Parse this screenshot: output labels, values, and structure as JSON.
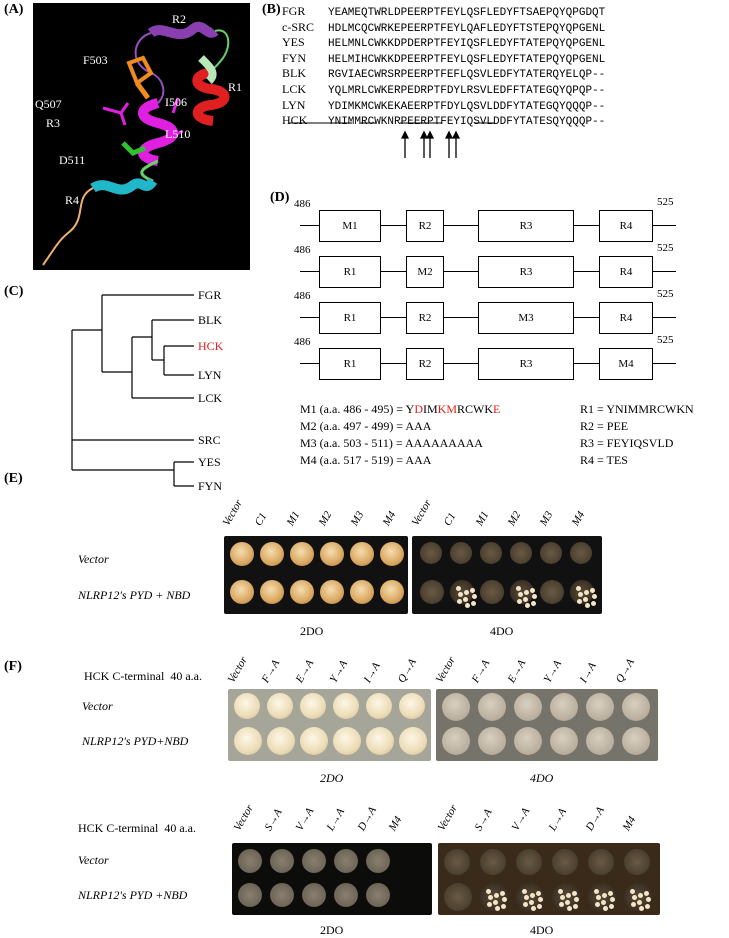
{
  "panels": {
    "A": "(A)",
    "B": "(B)",
    "C": "(C)",
    "D": "(D)",
    "E": "(E)",
    "F": "(F)"
  },
  "structure": {
    "labels": {
      "R2": "R2",
      "R1": "R1",
      "R3": "R3",
      "R4": "R4",
      "F503": "F503",
      "Q507": "Q507",
      "I506": "I506",
      "L510": "L510",
      "D511": "D511"
    }
  },
  "alignment": {
    "rows": [
      {
        "name": "FGR",
        "seq": "YEAMEQTWRLDPEERPTFEYLQSFLEDYFTSAEPQYQPGDQT"
      },
      {
        "name": "c-SRC",
        "seq": "HDLMCQCWRKEPEERPTFEYLQAFLEDYFTSTEPQYQPGENL"
      },
      {
        "name": "YES",
        "seq": "HELMNLCWKKDPDERPTFEYIQSFLEDYFTATEPQYQPGENL"
      },
      {
        "name": "FYN",
        "seq": "HELMIHCWKKDPEERPTFEYLQSFLEDYFTATEPQYQPGENL"
      },
      {
        "name": "BLK",
        "seq": "RGVIAECWRSRPEERPTFEFLQSVLEDFYTATERQYELQP--"
      },
      {
        "name": "LCK",
        "seq": "YQLMRLCWKERPEDRPTFDYLRSVLEDFFTATEGQYQPQP--"
      },
      {
        "name": "LYN",
        "seq": "YDIMKMCWKEKAEERPTFDYLQSVLDDFYTATEGQYQQQP--"
      },
      {
        "name": "HCK",
        "seq": "YNIMMRCWKNRPEERPTFEYIQSVLDDFYTATESQYQQQP--"
      }
    ]
  },
  "tree": {
    "leaves": [
      "FGR",
      "BLK",
      "HCK",
      "LYN",
      "LCK",
      "SRC",
      "YES",
      "FYN"
    ],
    "highlight_color": "#e0201b"
  },
  "domains": {
    "start": "486",
    "end": "525",
    "rows": [
      [
        "M1",
        "R2",
        "R3",
        "R4"
      ],
      [
        "R1",
        "M2",
        "R3",
        "R4"
      ],
      [
        "R1",
        "R2",
        "M3",
        "R4"
      ],
      [
        "R1",
        "R2",
        "R3",
        "M4"
      ]
    ],
    "legend_left": [
      {
        "pre": "M1 (a.a. 486 - 495) = Y",
        "parts": [
          [
            "D",
            true
          ],
          [
            "IM",
            false
          ],
          [
            "KM",
            true
          ],
          [
            "RCWK",
            false
          ],
          [
            "E",
            true
          ]
        ]
      },
      {
        "pre": "M2 (a.a. 497 - 499) = AAA",
        "parts": []
      },
      {
        "pre": "M3 (a.a. 503 - 511) = AAAAAAAAA",
        "parts": []
      },
      {
        "pre": "M4 (a.a. 517 - 519) = AAA",
        "parts": []
      }
    ],
    "legend_right": [
      "R1 = YNIMMRCWKN",
      "R2 = PEE",
      "R3 = FEYIQSVLD",
      "R4 = TES"
    ]
  },
  "panelE": {
    "columns": [
      "Vector",
      "C1",
      "M1",
      "M2",
      "M3",
      "M4"
    ],
    "rows": [
      "Vector",
      "NLRP12's PYD + NBD"
    ],
    "plates": [
      "2DO",
      "4DO"
    ]
  },
  "panelF": {
    "title": "HCK C-terminal  40 a.a.",
    "top_columns": [
      "Vector",
      "F→A",
      "E→A",
      "Y→A",
      "I→A",
      "Q→A"
    ],
    "bottom_columns": [
      "Vector",
      "S→A",
      "V→A",
      "L→A",
      "D→A",
      "M4"
    ],
    "rows": [
      "Vector",
      "NLRP12's PYD+NBD"
    ],
    "rows_bottom": [
      "Vector",
      "NLRP12's PYD +NBD"
    ],
    "plates": [
      "2DO",
      "4DO"
    ]
  }
}
